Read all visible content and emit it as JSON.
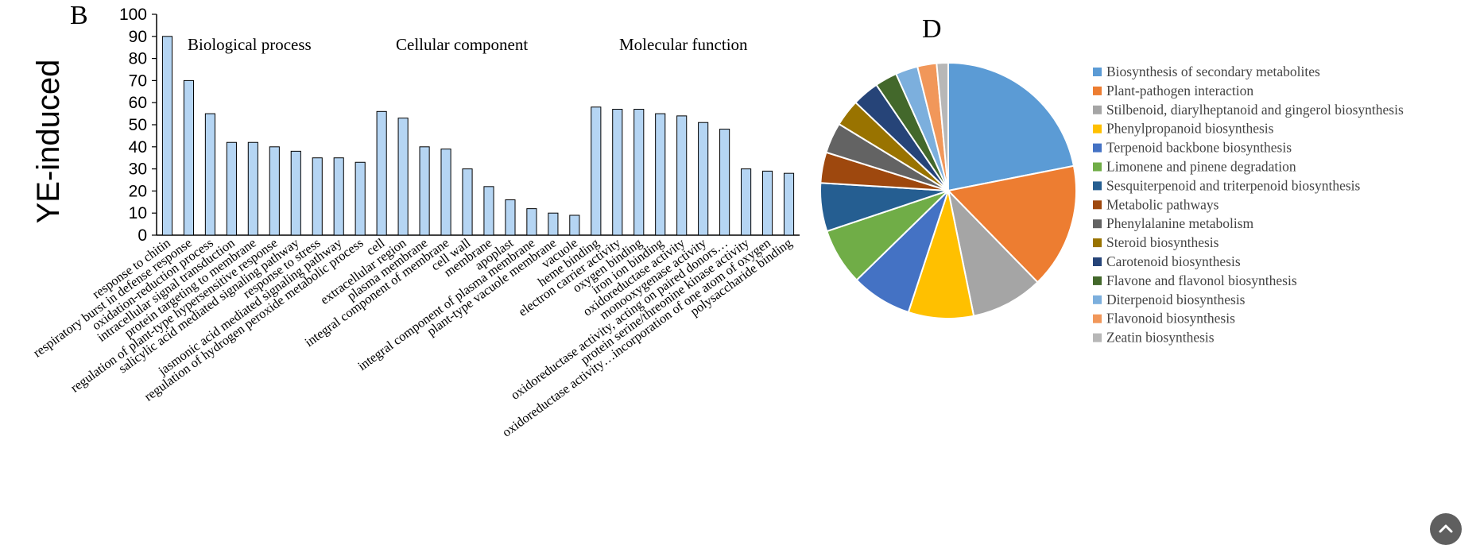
{
  "bar_panel": {
    "panel_label": "B",
    "ylabel": "YE-induced",
    "group_labels": [
      "Biological process",
      "Cellular component",
      "Molecular function"
    ],
    "bar_color": "#b5d5f3"
  },
  "pie_panel": {
    "panel_label": "D"
  },
  "chart_data": [
    {
      "type": "bar",
      "title": "",
      "xlabel": "",
      "ylabel": "YE-induced",
      "ylim": [
        0,
        100
      ],
      "yticks": [
        0,
        10,
        20,
        30,
        40,
        50,
        60,
        70,
        80,
        90,
        100
      ],
      "grid": false,
      "categories": [
        "response to chitin",
        "respiratory burst in defense response",
        "oxidation-reduction process",
        "intracellular signal transduction",
        "protein targeting to membrane",
        "regulation of plant-type hypersensitive response",
        "salicylic acid mediated signaling pathway",
        "response to stress",
        "jasmonic acid mediated signaling pathway",
        "regulation of hydrogen peroxide metabolic process",
        "cell",
        "extracellular region",
        "plasma membrane",
        "integral component of membrane",
        "cell wall",
        "membrane",
        "apoplast",
        "integral component of plasma membrane",
        "plant-type vacuole membrane",
        "vacuole",
        "heme binding",
        "electron carrier activity",
        "oxygen binding",
        "iron ion binding",
        "oxidoreductase activity",
        "monooxygenase activity",
        "oxidoreductase activity, acting on paired donors…",
        "protein serine/threonine kinase activity",
        "oxidoreductase activity…incorporation of one atom of oxygen",
        "polysaccharide binding"
      ],
      "values": [
        90,
        70,
        55,
        42,
        42,
        40,
        38,
        35,
        35,
        33,
        56,
        53,
        40,
        39,
        30,
        22,
        16,
        12,
        10,
        9,
        58,
        57,
        57,
        55,
        54,
        51,
        48,
        30,
        29,
        28
      ],
      "group_spans": [
        [
          0,
          9
        ],
        [
          10,
          19
        ],
        [
          20,
          29
        ]
      ]
    },
    {
      "type": "pie",
      "title": "",
      "legend_position": "right",
      "labels": [
        "Biosynthesis of secondary metabolites",
        "Plant-pathogen interaction",
        "Stilbenoid, diarylheptanoid and gingerol biosynthesis",
        "Phenylpropanoid biosynthesis",
        "Terpenoid backbone biosynthesis",
        "Limonene and pinene degradation",
        "Sesquiterpenoid and triterpenoid biosynthesis",
        "Metabolic pathways",
        "Phenylalanine metabolism",
        "Steroid biosynthesis",
        "Carotenoid biosynthesis",
        "Flavone and flavonol biosynthesis",
        "Diterpenoid biosynthesis",
        "Flavonoid biosynthesis",
        "Zeatin biosynthesis"
      ],
      "values": [
        22.6,
        16.3,
        9.4,
        8.5,
        7.9,
        7.4,
        6.3,
        4.0,
        4.0,
        3.5,
        3.5,
        2.9,
        2.9,
        2.5,
        1.5
      ],
      "colors": [
        "#5b9bd5",
        "#ed7d31",
        "#a5a5a5",
        "#ffc000",
        "#4472c4",
        "#70ad47",
        "#255e91",
        "#9e480e",
        "#636363",
        "#997300",
        "#264478",
        "#43682b",
        "#7cafdd",
        "#f1975a",
        "#b7b7b7"
      ]
    }
  ],
  "ui": {
    "scroll_top_icon": "chevron-up-icon"
  }
}
